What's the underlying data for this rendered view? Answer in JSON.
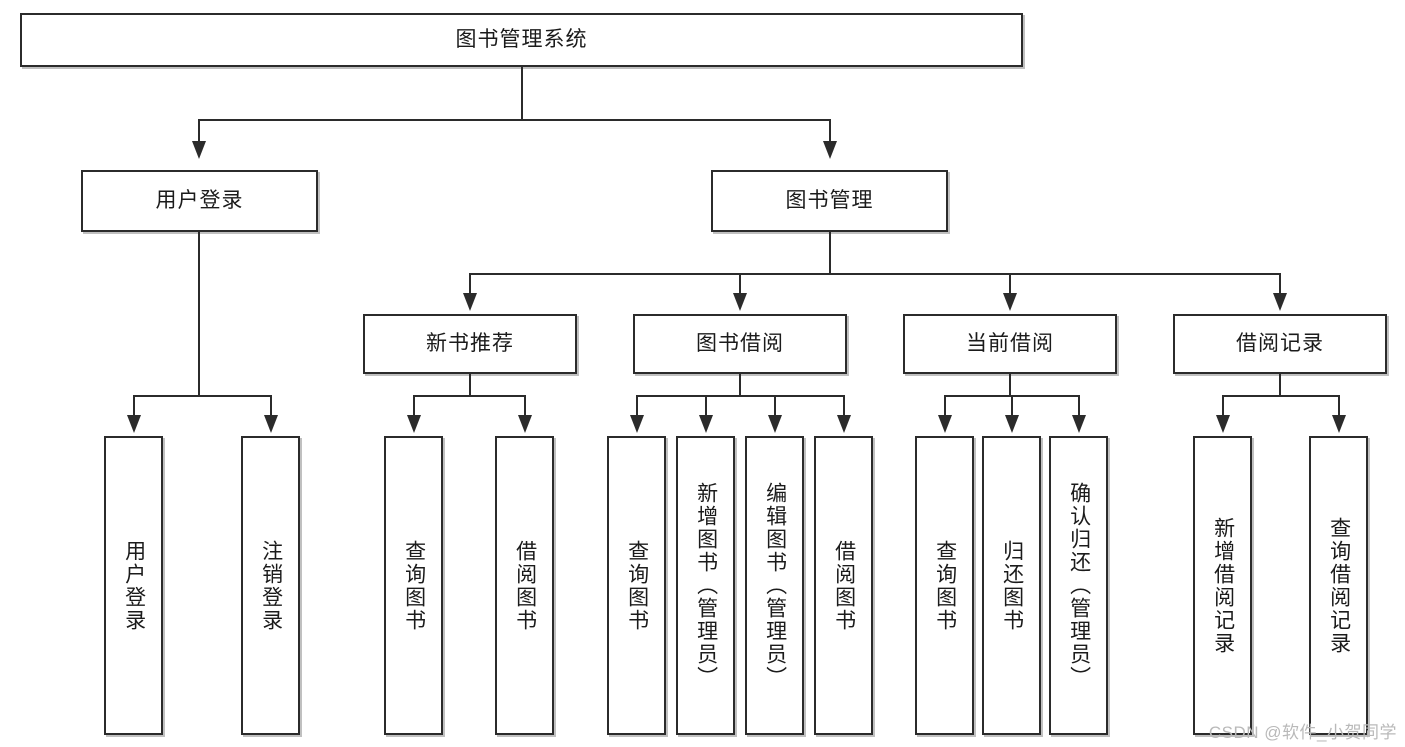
{
  "diagram": {
    "type": "tree",
    "title": "图书管理系统",
    "root": {
      "label": "图书管理系统"
    },
    "level1": [
      {
        "label": "用户登录"
      },
      {
        "label": "图书管理"
      }
    ],
    "level2": [
      {
        "label": "新书推荐"
      },
      {
        "label": "图书借阅"
      },
      {
        "label": "当前借阅"
      },
      {
        "label": "借阅记录"
      }
    ],
    "leaves": {
      "user_login": [
        {
          "label": "用户登录"
        },
        {
          "label": "注销登录"
        }
      ],
      "new_book_recommend": [
        {
          "label": "查询图书"
        },
        {
          "label": "借阅图书"
        }
      ],
      "book_borrow": [
        {
          "label": "查询图书"
        },
        {
          "label": "新增图书（管理员）"
        },
        {
          "label": "编辑图书（管理员）"
        },
        {
          "label": "借阅图书"
        }
      ],
      "current_borrow": [
        {
          "label": "查询图书"
        },
        {
          "label": "归还图书"
        },
        {
          "label": "确认归还（管理员）"
        }
      ],
      "borrow_record": [
        {
          "label": "新增借阅记录"
        },
        {
          "label": "查询借阅记录"
        }
      ]
    }
  },
  "watermark": {
    "text": "CSDN @软件_小贺同学"
  },
  "colors": {
    "stroke": "#2b2b2b",
    "fill": "#ffffff",
    "text": "#1b1b1b",
    "watermark": "#b9b9b9"
  }
}
